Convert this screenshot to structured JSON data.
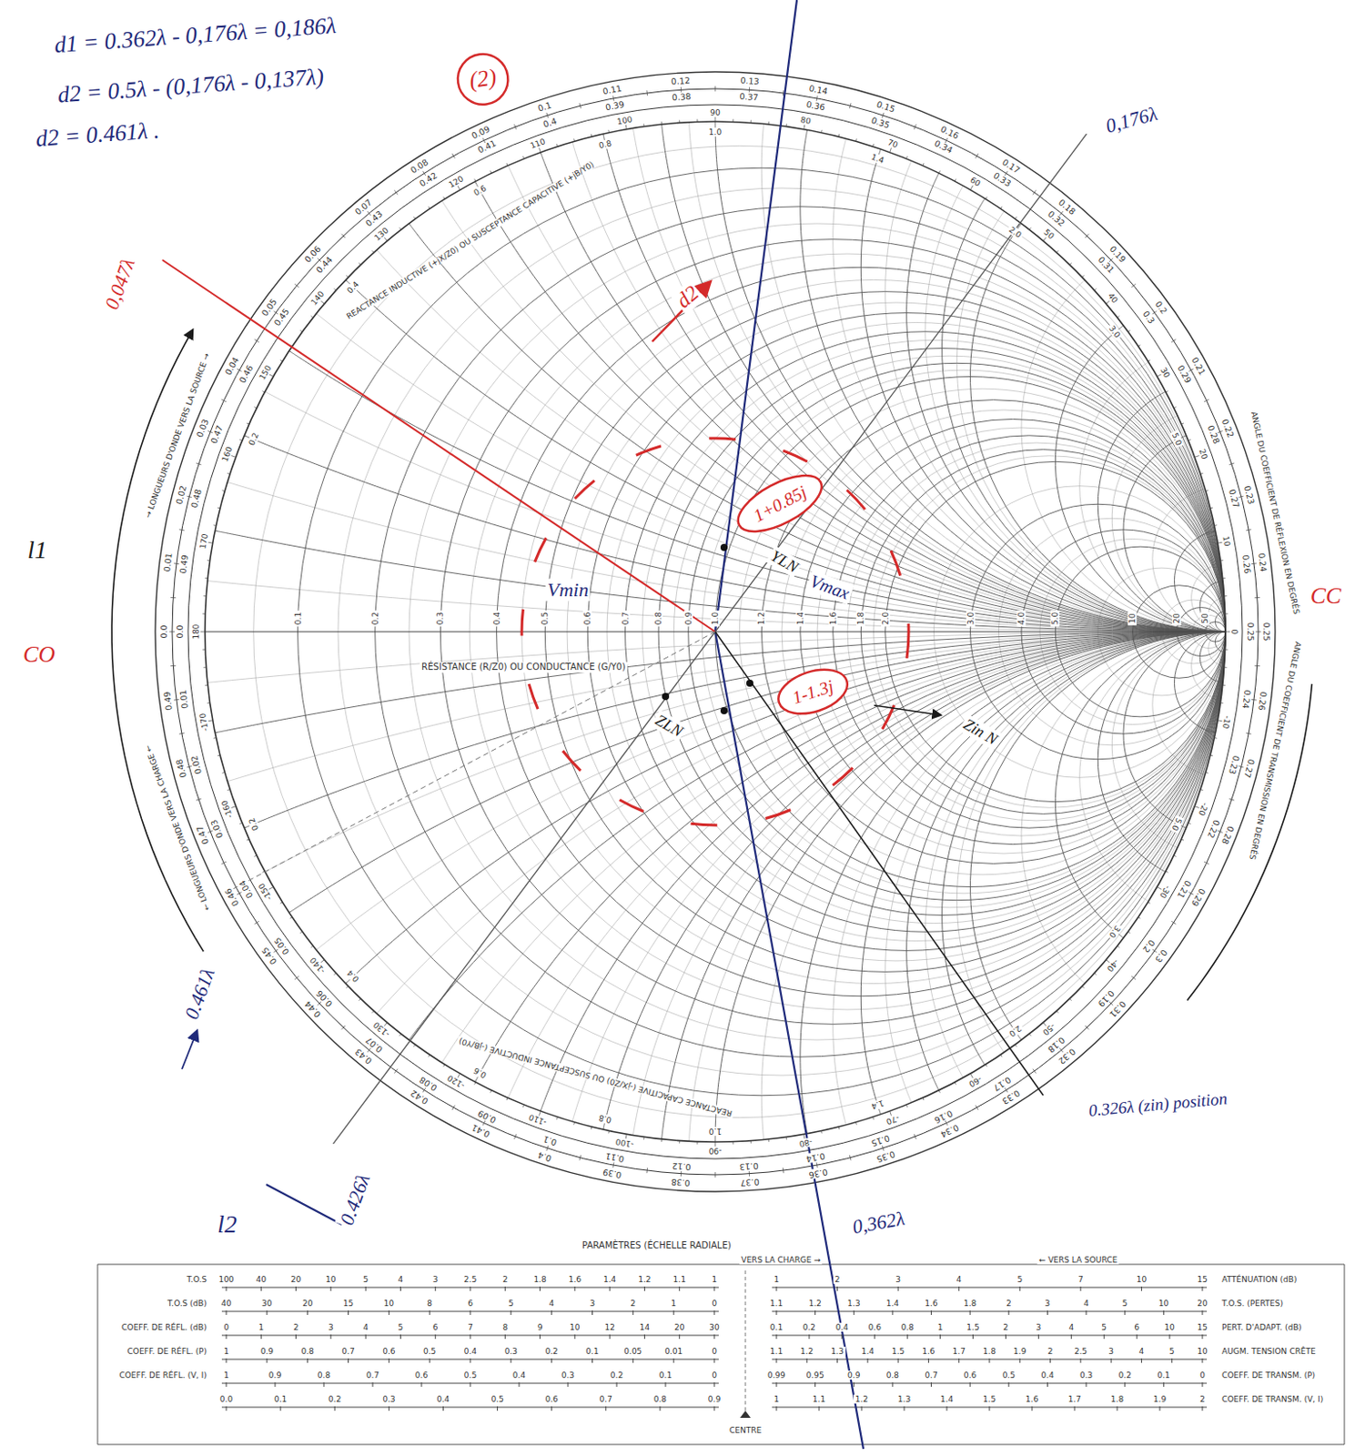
{
  "diagram": {
    "nodes": [
      {
        "text": [
          "(2)"
        ]
      },
      {
        "text": [
          "1+0.85j"
        ]
      },
      {
        "text": [
          "1-1.3j"
        ]
      }
    ],
    "labels": [
      "d1 = 0.362λ - 0,176λ = 0,186λ",
      "d2 = 0.5λ - (0,176λ - 0,137λ)",
      "d2 = 0.461λ .",
      "0,176λ",
      "0,047λ",
      "l1",
      "l2",
      "CO",
      "CC",
      "0.461λ",
      "0.426λ",
      "0,362λ",
      "0.326λ (zin) position",
      "d2",
      "YLN",
      "ZLN",
      "Zin N",
      "Vmin",
      "Vmax",
      "RÉSISTANCE (R/Z0) OU CONDUCTANCE (G/Y0)",
      "→ LONGUEURS D'ONDE VERS LA SOURCE →",
      "← LONGUEURS D'ONDE VERS LA CHARGE ←",
      "REACTANCE INDUCTIVE (+jX/Z0) OU SUSCEPTANCE CAPACITIVE (+jB/Y0)",
      "REACTANCE CAPACITIVE (-jX/Z0) OU SUSCEPTANCE INDUCTIVE (-jB/Y0)",
      "ANGLE DU COEFFICIENT DE RÉFLEXION EN DEGRÉS",
      "ANGLE DU COEFFICIENT DE TRANSMISSION EN DEGRÉS",
      "PARAMÈTRES (ÉCHELLE RADIALE)",
      "VERS LA CHARGE →",
      "← VERS LA SOURCE",
      "CENTRE",
      "T.O.S",
      "T.O.S (dB)",
      "COEFF. DE RÉFL. (dB)",
      "COEFF. DE RÉFL. (P)",
      "COEFF. DE RÉFL. (V, I)",
      "ATTÉNUATION (dB)",
      "T.O.S. (PERTES)",
      "PERT. D'ADAPT. (dB)",
      "AUGM. TENSION CRÊTE",
      "COEFF. DE TRANSM. (P)",
      "COEFF. DE TRANSM. (V, I)",
      "0.0",
      "0.01",
      "0.02",
      "0.03",
      "0.04",
      "0.05",
      "0.06",
      "0.07",
      "0.08",
      "0.09",
      "0.1",
      "0.11",
      "0.12",
      "0.13",
      "0.14",
      "0.15",
      "0.16",
      "0.17",
      "0.18",
      "0.19",
      "0.2",
      "0.21",
      "0.22",
      "0.23",
      "0.24",
      "0.25",
      "0.26",
      "0.27",
      "0.28",
      "0.29",
      "0.3",
      "0.31",
      "0.32",
      "0.33",
      "0.34",
      "0.35",
      "0.36",
      "0.37",
      "0.38",
      "0.39",
      "0.4",
      "0.41",
      "0.42",
      "0.43",
      "0.44",
      "0.45",
      "0.46",
      "0.47",
      "0.48",
      "0.49",
      "0.0",
      "0.01",
      "0.02",
      "0.03",
      "0.04",
      "0.05",
      "0.06",
      "0.07",
      "0.08",
      "0.09",
      "0.1",
      "0.11",
      "0.12",
      "0.13",
      "0.14",
      "0.15",
      "0.16",
      "0.17",
      "0.18",
      "0.19",
      "0.2",
      "0.21",
      "0.22",
      "0.23",
      "0.24",
      "0.25",
      "0.26",
      "0.27",
      "0.28",
      "0.29",
      "0.3",
      "0.31",
      "0.32",
      "0.33",
      "0.34",
      "0.35",
      "0.36",
      "0.37",
      "0.38",
      "0.39",
      "0.4",
      "0.41",
      "0.42",
      "0.43",
      "0.44",
      "0.45",
      "0.46",
      "0.47",
      "0.48",
      "0.49",
      "180",
      "170",
      "160",
      "150",
      "140",
      "130",
      "120",
      "110",
      "100",
      "90",
      "80",
      "70",
      "60",
      "50",
      "40",
      "30",
      "20",
      "10",
      "0",
      "-10",
      "-20",
      "-30",
      "-40",
      "-50",
      "-60",
      "-70",
      "-80",
      "-90",
      "-100",
      "-110",
      "-120",
      "-130",
      "-140",
      "-150",
      "-160",
      "-170",
      "0.1",
      "0.2",
      "0.3",
      "0.4",
      "0.5",
      "0.6",
      "0.7",
      "0.8",
      "0.9",
      "1.0",
      "1.2",
      "1.4",
      "1.6",
      "1.8",
      "2.0",
      "3.0",
      "4.0",
      "5.0",
      "10",
      "20",
      "50",
      "0.2",
      "0.4",
      "0.6",
      "0.8",
      "1.0",
      "1.4",
      "2.0",
      "3.0",
      "5.0",
      "0.2",
      "0.4",
      "0.6",
      "0.8",
      "1.0",
      "1.4",
      "2.0",
      "3.0",
      "5.0",
      "100",
      "40",
      "20",
      "10",
      "5",
      "4",
      "3",
      "2.5",
      "2",
      "1.8",
      "1.6",
      "1.4",
      "1.2",
      "1.1",
      "1",
      "40",
      "30",
      "20",
      "15",
      "10",
      "8",
      "6",
      "5",
      "4",
      "3",
      "2",
      "1",
      "0",
      "0",
      "1",
      "2",
      "3",
      "4",
      "5",
      "6",
      "7",
      "8",
      "9",
      "10",
      "12",
      "14",
      "20",
      "30",
      "1",
      "0.9",
      "0.8",
      "0.7",
      "0.6",
      "0.5",
      "0.4",
      "0.3",
      "0.2",
      "0.1",
      "0.05",
      "0.01",
      "0",
      "1",
      "0.9",
      "0.8",
      "0.7",
      "0.6",
      "0.5",
      "0.4",
      "0.3",
      "0.2",
      "0.1",
      "0",
      "0.0",
      "0.1",
      "0.2",
      "0.3",
      "0.4",
      "0.5",
      "0.6",
      "0.7",
      "0.8",
      "0.9",
      "1",
      "2",
      "3",
      "4",
      "5",
      "7",
      "10",
      "15",
      "1.1",
      "1.2",
      "1.3",
      "1.4",
      "1.6",
      "1.8",
      "2",
      "3",
      "4",
      "5",
      "10",
      "20",
      "0.1",
      "0.2",
      "0.4",
      "0.6",
      "0.8",
      "1",
      "1.5",
      "2",
      "3",
      "4",
      "5",
      "6",
      "10",
      "15",
      "1.1",
      "1.2",
      "1.3",
      "1.4",
      "1.5",
      "1.6",
      "1.7",
      "1.8",
      "1.9",
      "2",
      "2.5",
      "3",
      "4",
      "5",
      "10",
      "0.99",
      "0.95",
      "0.9",
      "0.8",
      "0.7",
      "0.6",
      "0.5",
      "0.4",
      "0.3",
      "0.2",
      "0.1",
      "0",
      "1",
      "1.1",
      "1.2",
      "1.3",
      "1.4",
      "1.5",
      "1.6",
      "1.7",
      "1.8",
      "1.9",
      "2"
    ]
  }
}
